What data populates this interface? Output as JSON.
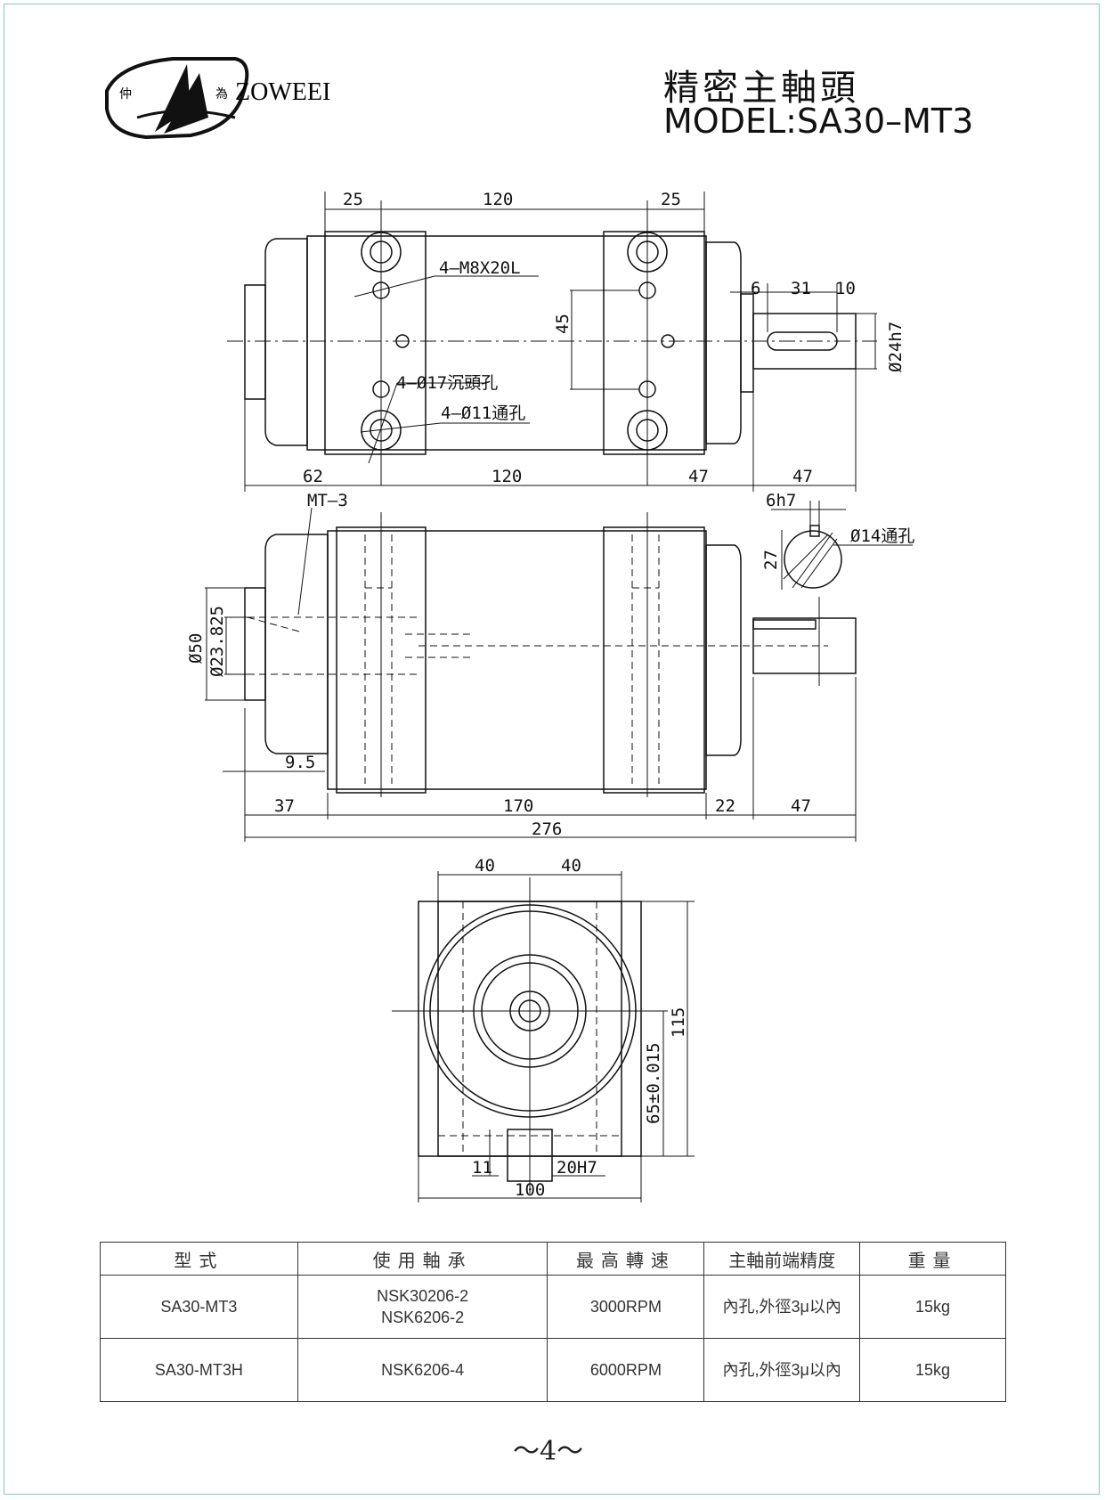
{
  "logo": {
    "char_left": "仲",
    "char_right": "為",
    "brand": "ZOWEEI"
  },
  "header": {
    "title_zh": "精密主軸頭",
    "model": "MODEL:SA30–MT3"
  },
  "top_view": {
    "dims_top": [
      "25",
      "120",
      "25"
    ],
    "dims_bottom": [
      "62",
      "120",
      "47",
      "47"
    ],
    "dims_shaft": [
      "6",
      "31",
      "10"
    ],
    "dim_45": "45",
    "dim_shaft_dia": "Ø24h7",
    "callout_m8": "4–M8X20L",
    "callout_17": "4–Ø17沉頭孔",
    "callout_11": "4–Ø11通孔"
  },
  "side_view": {
    "taper": "MT–3",
    "dim_50": "Ø50",
    "dim_23825": "Ø23.825",
    "dim_95": "9.5",
    "dims_bottom": [
      "37",
      "170",
      "22",
      "47"
    ],
    "dim_total": "276",
    "key_6h7": "6h7",
    "dim_27": "27",
    "hole_14": "Ø14通孔"
  },
  "end_view": {
    "dims_top": [
      "40",
      "40"
    ],
    "dim_115": "115",
    "dim_65": "65±0.015",
    "dim_11": "11",
    "dim_20h7": "20H7",
    "dim_100": "100"
  },
  "table": {
    "headers": [
      "型式",
      "使用軸承",
      "最高轉速",
      "主軸前端精度",
      "重量"
    ],
    "rows": [
      {
        "model": "SA30-MT3",
        "bearing_1": "NSK30206-2",
        "bearing_2": "NSK6206-2",
        "speed": "3000RPM",
        "precision": "內孔,外徑3μ以內",
        "weight": "15kg"
      },
      {
        "model": "SA30-MT3H",
        "bearing_1": "NSK6206-4",
        "bearing_2": "",
        "speed": "6000RPM",
        "precision": "內孔,外徑3μ以內",
        "weight": "15kg"
      }
    ]
  },
  "page": {
    "number": "～4～"
  }
}
